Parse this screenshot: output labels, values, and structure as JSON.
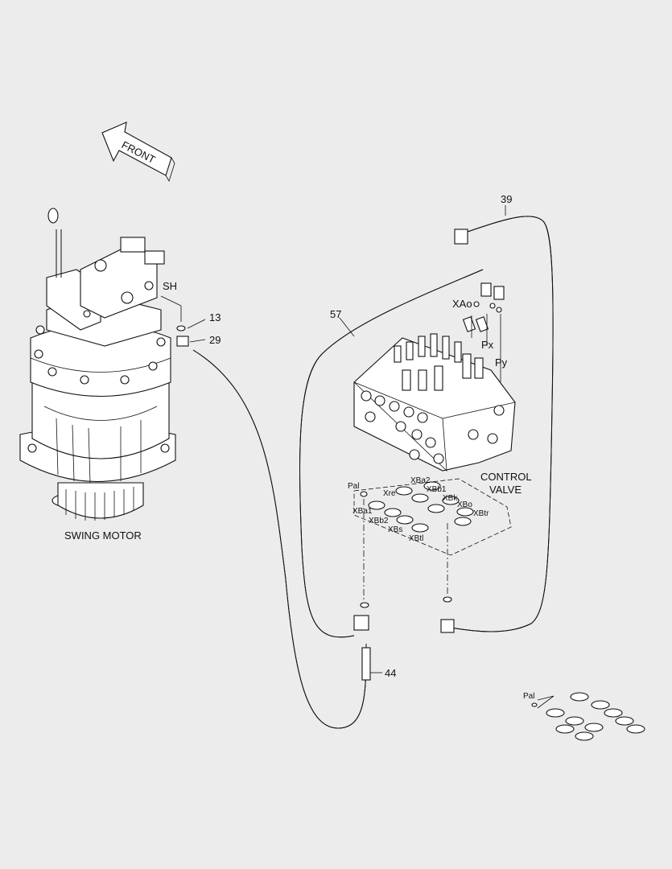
{
  "front_arrow": {
    "label": "FRONT"
  },
  "swing_motor": {
    "caption": "SWING MOTOR",
    "port_sh": "SH"
  },
  "control_valve": {
    "caption_line1": "CONTROL",
    "caption_line2": "VALVE",
    "ports": {
      "xao": "XAo",
      "px": "Px",
      "py": "Py"
    }
  },
  "gasket": {
    "pal": "Pal",
    "xre": "Xre",
    "xba2": "XBa2",
    "xbb1": "XBb1",
    "xbk": "XBk",
    "xbo": "XBo",
    "xbtr": "XBtr",
    "xba1": "XBa1",
    "xbb2": "XBb2",
    "xbs": "XBs",
    "xbtl": "XBtl"
  },
  "detail_gasket": {
    "pal": "Pal"
  },
  "callouts": {
    "c13": "13",
    "c29": "29",
    "c39": "39",
    "c44": "44",
    "c57": "57"
  }
}
